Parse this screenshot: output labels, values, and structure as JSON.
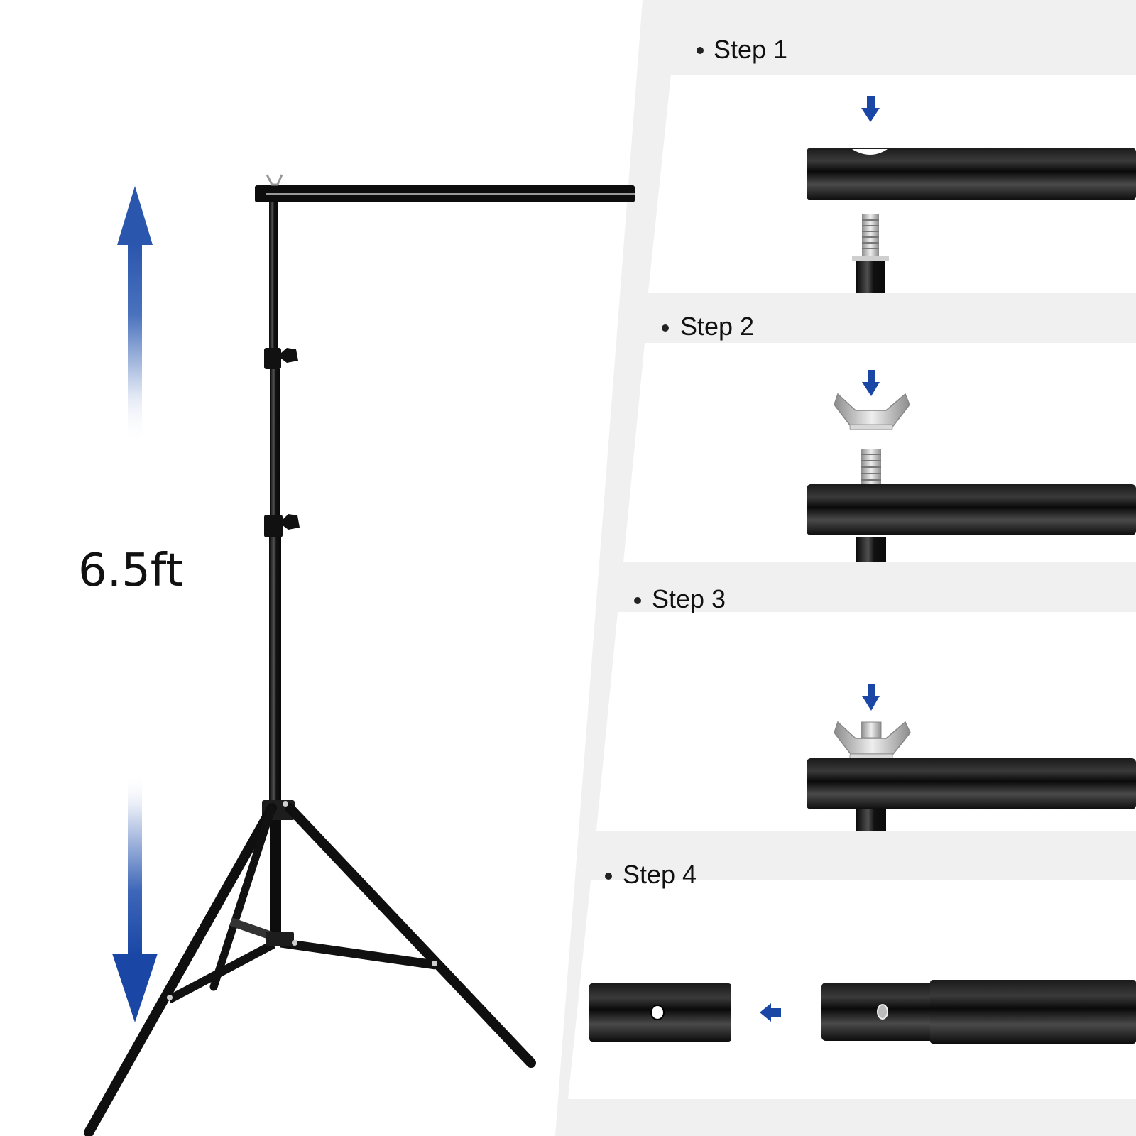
{
  "colors": {
    "panel_band": "#f0f0f0",
    "panel_inner": "#ffffff",
    "arrow_blue": "#1a47a6",
    "metal": "#111111",
    "steel": "#c9c9c9"
  },
  "height_indicator": {
    "label": "6.5ft",
    "icons": [
      "arrow-up-icon",
      "arrow-down-icon"
    ]
  },
  "stand": {
    "description": "backdrop stand with crossbar and tripod base"
  },
  "steps": [
    {
      "label": "Step 1",
      "bullet": "•",
      "icon": "arrow-down-icon",
      "illustration": "crossbar with hole over threaded screw on stand top"
    },
    {
      "label": "Step 2",
      "bullet": "•",
      "icon": "arrow-down-icon",
      "illustration": "wing nut above screw through crossbar"
    },
    {
      "label": "Step 3",
      "bullet": "•",
      "icon": "arrow-down-icon",
      "illustration": "wing nut tightened on crossbar"
    },
    {
      "label": "Step 4",
      "bullet": "•",
      "icon": "arrow-left-icon",
      "illustration": "crossbar sections joined by push-button"
    }
  ]
}
